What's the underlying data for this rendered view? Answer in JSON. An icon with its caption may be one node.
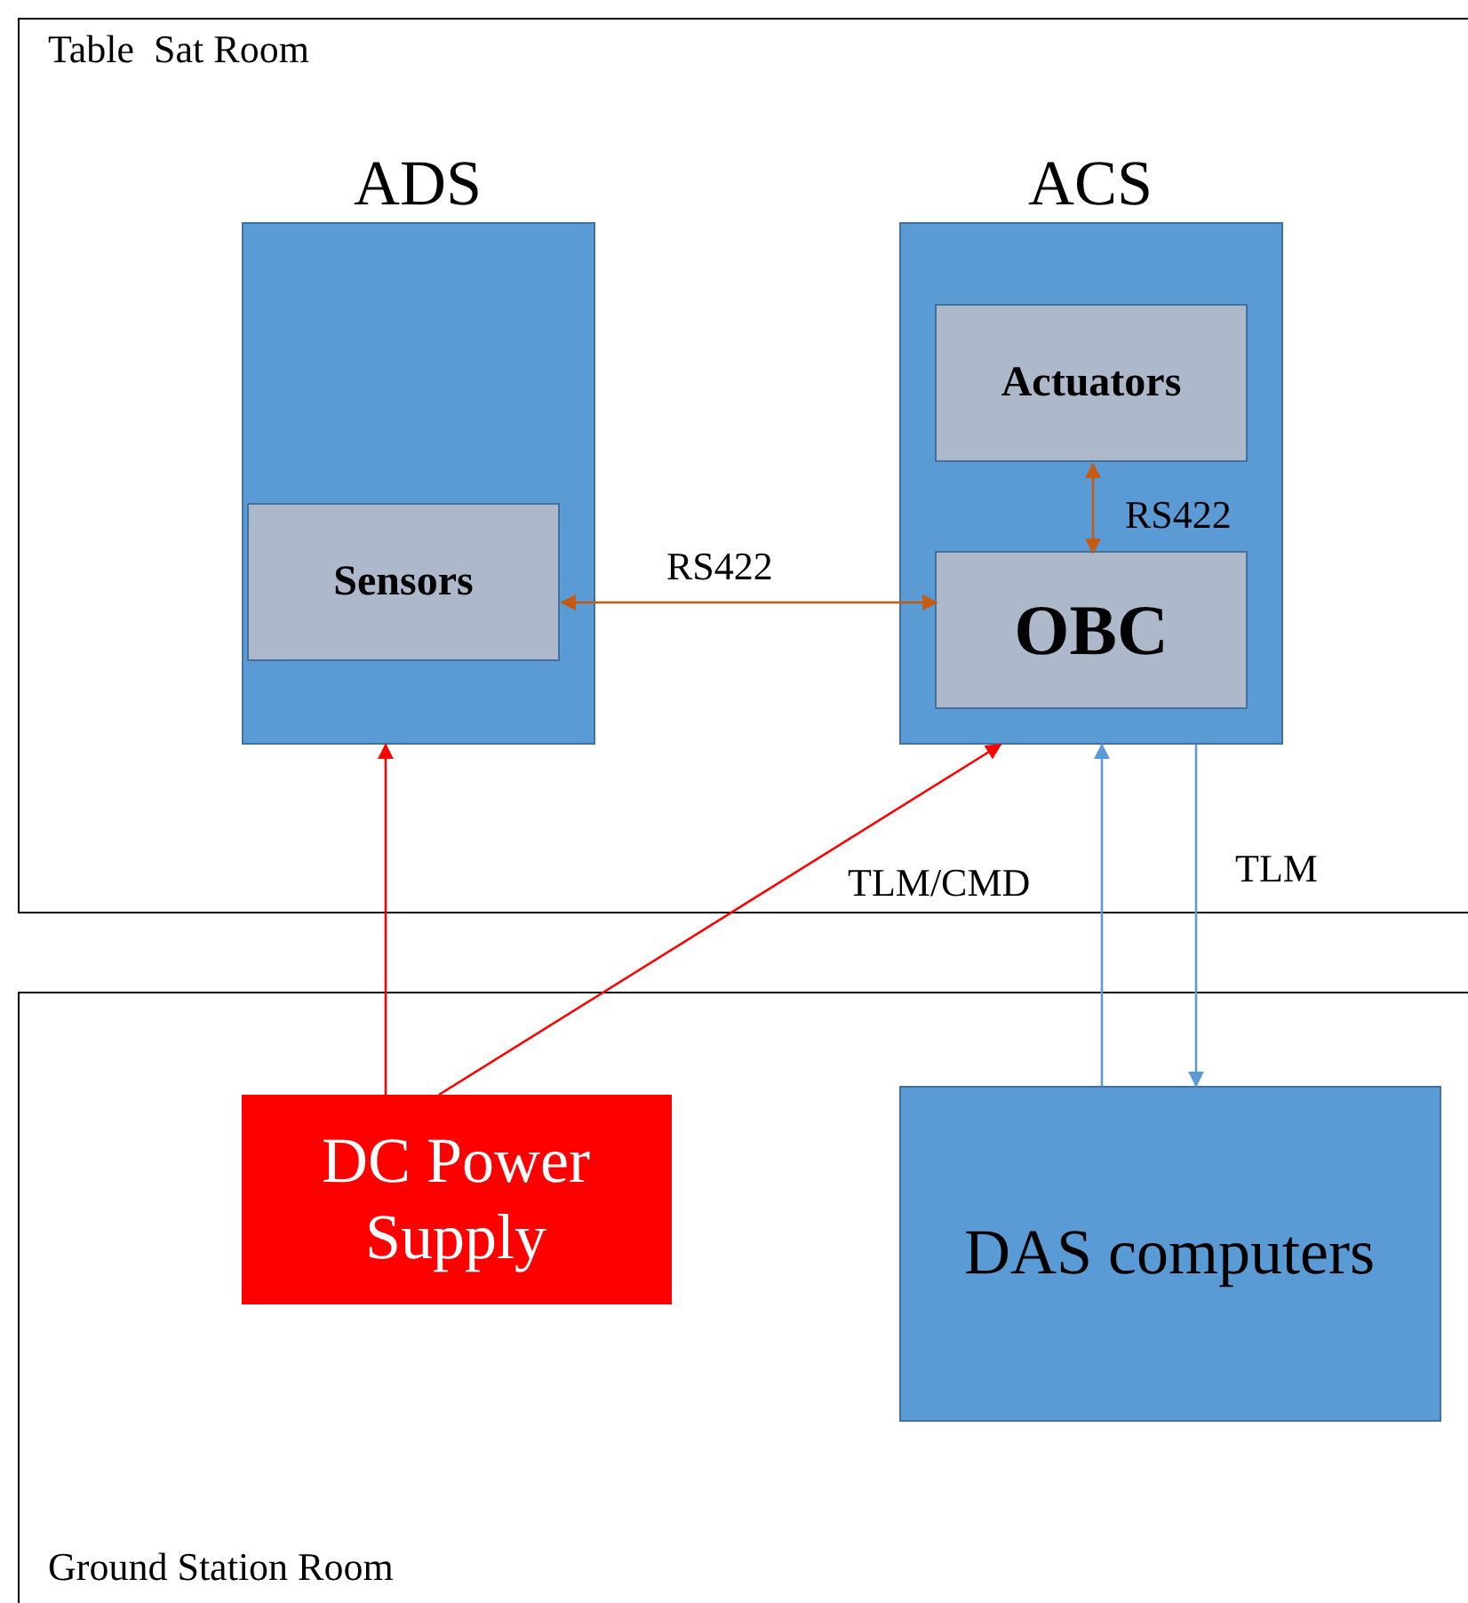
{
  "diagram": {
    "nodes": [
      {
        "text": [
          "Table  Sat Room"
        ]
      },
      {
        "text": [
          "ADS"
        ],
        "in": 0
      },
      {
        "text": [
          "Sensors"
        ],
        "in": 1
      },
      {
        "text": [
          "ACS"
        ],
        "in": 0
      },
      {
        "text": [
          "Actuators"
        ],
        "in": 3
      },
      {
        "text": [
          "OBC"
        ],
        "in": 3
      },
      {
        "text": [
          "Ground Station Room"
        ]
      },
      {
        "text": [
          "DC Power Supply"
        ],
        "in": 6
      },
      {
        "text": [
          "DAS computers"
        ],
        "in": 6
      }
    ],
    "edges": [
      {
        "from": 2,
        "to": 5,
        "arrow": "both",
        "label": "RS422",
        "color": "#c55a11"
      },
      {
        "from": 4,
        "to": 5,
        "arrow": "both",
        "label": "RS422",
        "color": "#c55a11"
      },
      {
        "from": 7,
        "to": 1,
        "arrow": "to",
        "color": "#ff0000"
      },
      {
        "from": 7,
        "to": 3,
        "arrow": "to",
        "color": "#ff0000"
      },
      {
        "from": 8,
        "to": 3,
        "arrow": "to",
        "label": "TLM/CMD",
        "color": "#5b9bd5"
      },
      {
        "from": 3,
        "to": 8,
        "arrow": "to",
        "label": "TLM",
        "color": "#5b9bd5"
      }
    ]
  }
}
